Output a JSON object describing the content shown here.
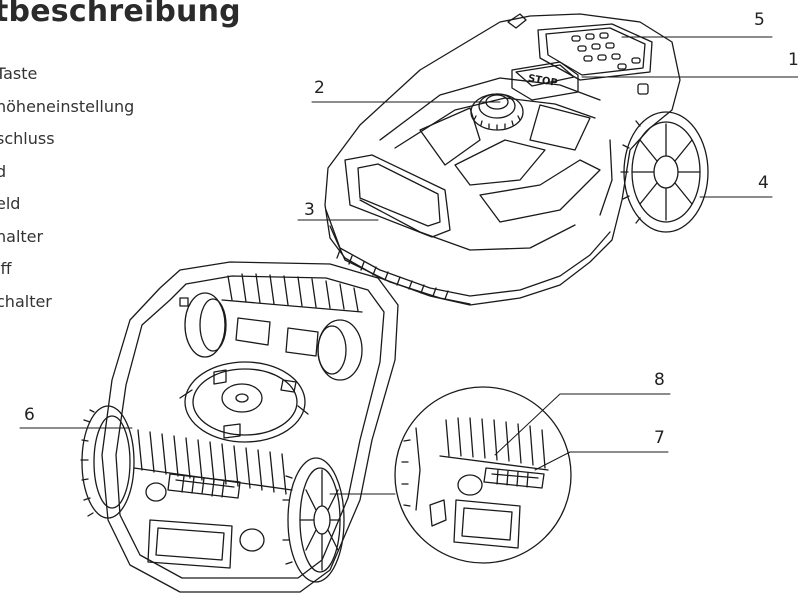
{
  "title": "tbeschreibung",
  "legend": [
    "Taste",
    "höheneinstellung",
    "schluss",
    "d",
    "eld",
    "halter",
    "iff",
    "chalter"
  ],
  "callouts": {
    "n1": "1",
    "n2": "2",
    "n3": "3",
    "n4": "4",
    "n5": "5",
    "n6": "6",
    "n7": "7",
    "n8": "8"
  },
  "icons": {
    "top_view": "mower-top-view-drawing",
    "bottom_view": "mower-underside-drawing",
    "detail": "magnified-detail-circle"
  }
}
